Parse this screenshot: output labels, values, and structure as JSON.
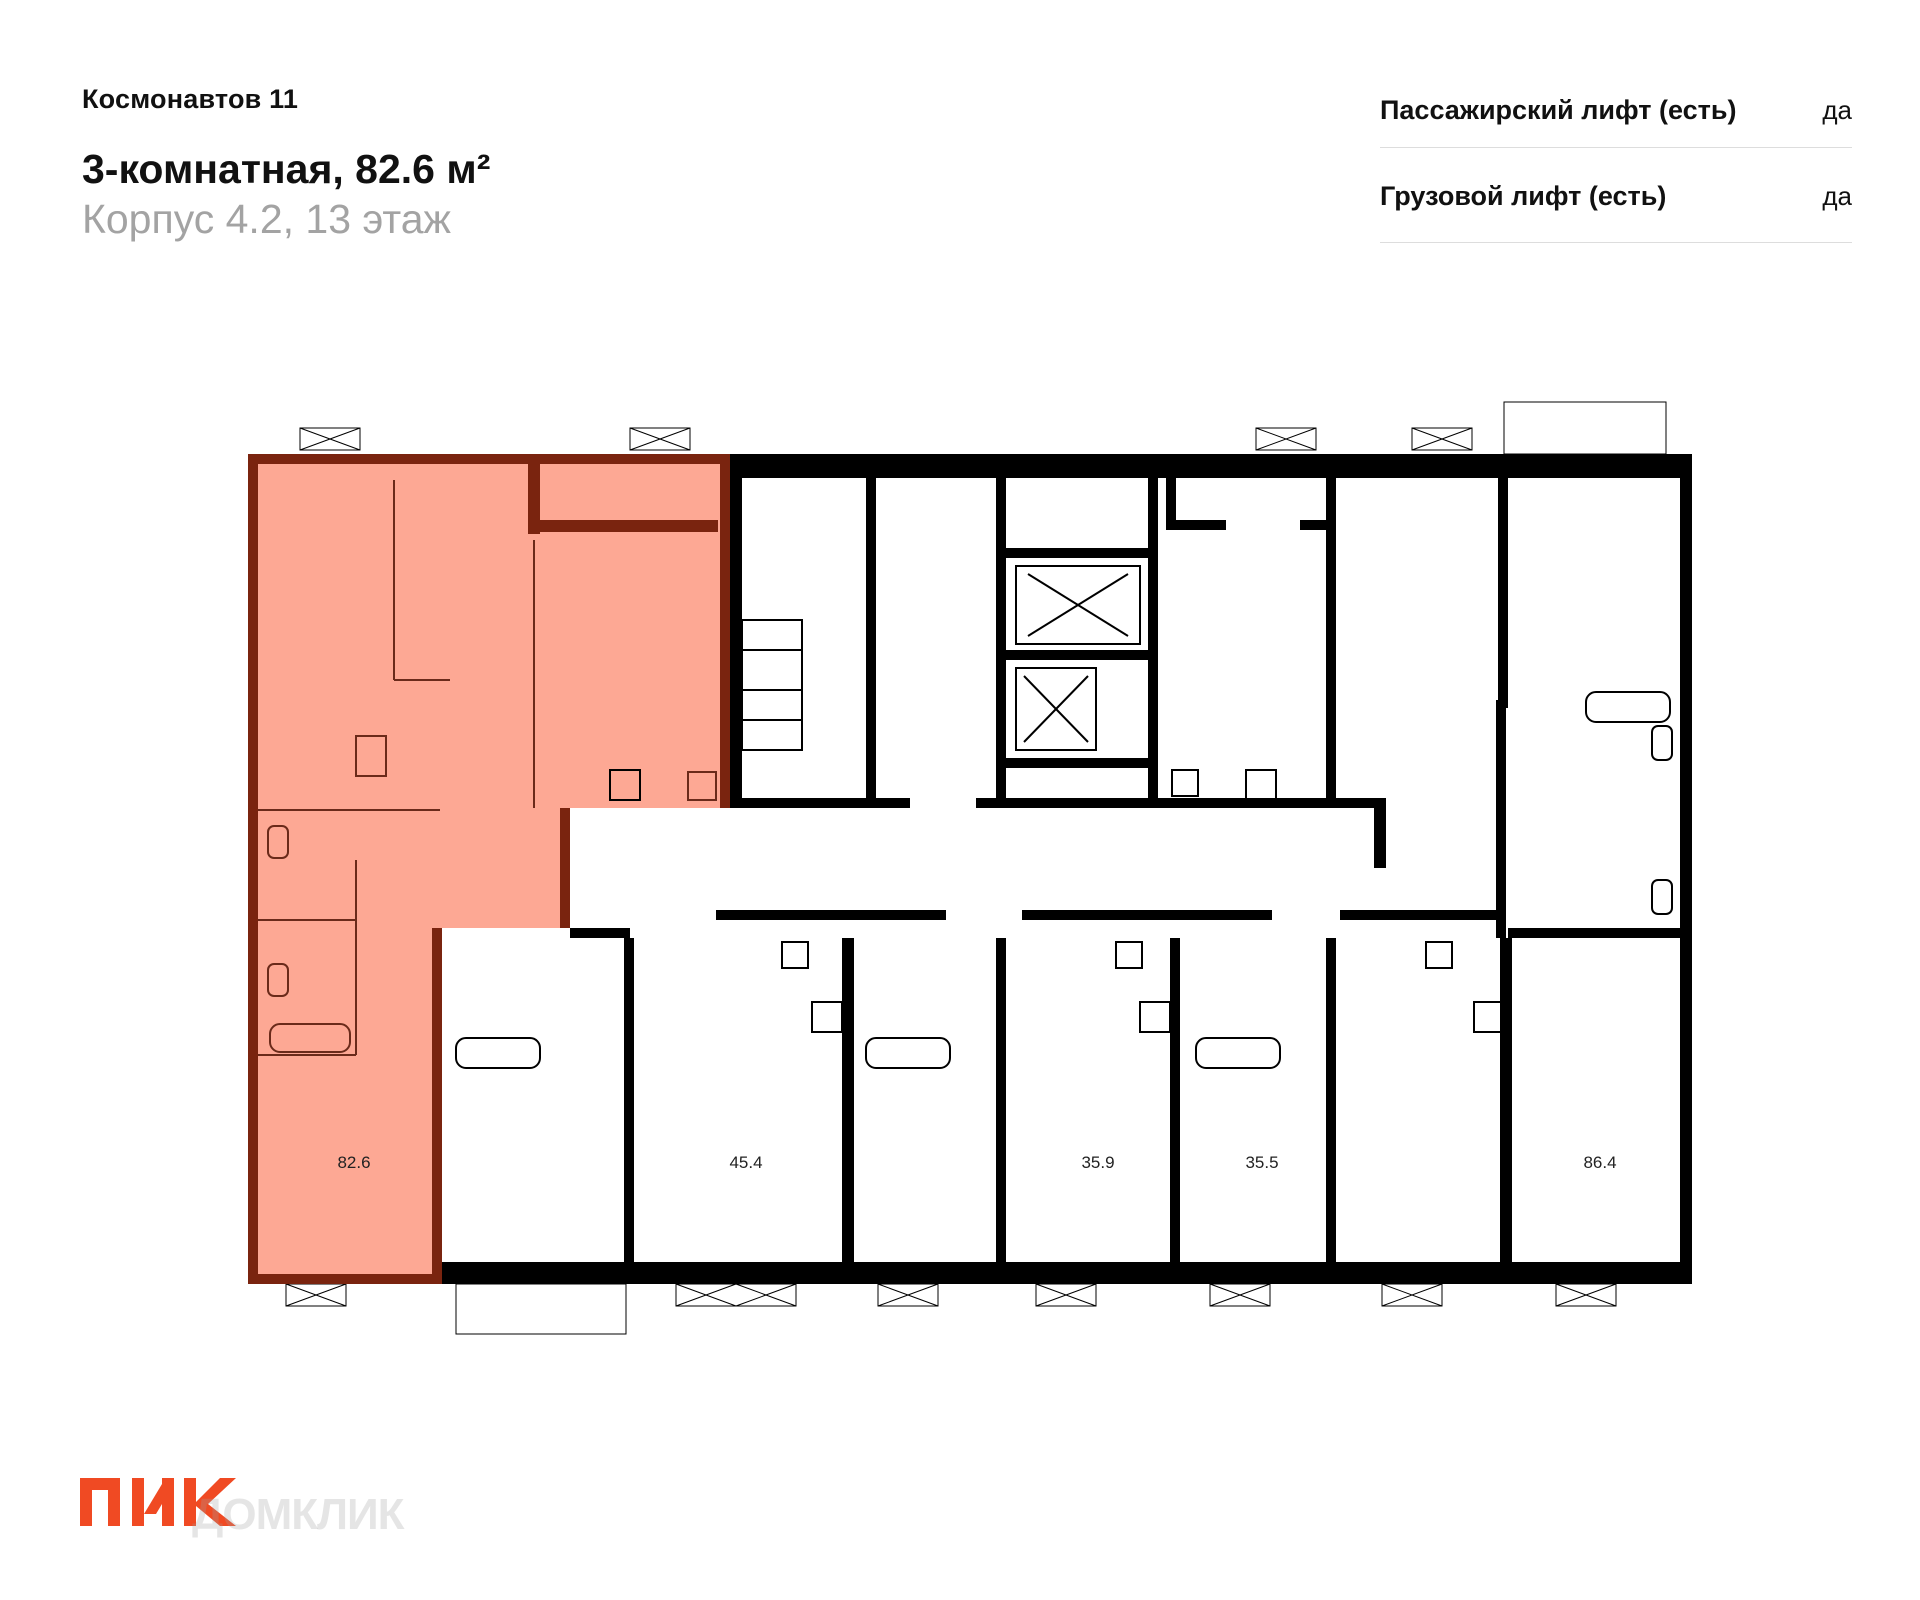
{
  "header": {
    "address": "Космонавтов 11",
    "unit_title": "3-комнатная, 82.6 м²",
    "unit_subtitle": "Корпус 4.2, 13 этаж"
  },
  "features": [
    {
      "label": "Пассажирский лифт (есть)",
      "value": "да"
    },
    {
      "label": "Грузовой лифт (есть)",
      "value": "да"
    }
  ],
  "floor_plan": {
    "apartment_areas": [
      "82.6",
      "45.4",
      "35.9",
      "35.5",
      "86.4"
    ],
    "highlighted_area": "82.6"
  },
  "colors": {
    "highlight_fill": "#fda894",
    "highlight_wall": "#7a240f",
    "wall": "#000000",
    "brand": "#f04a23"
  },
  "logo": {
    "brand_text": "ПИК",
    "watermark_text": "ДОМКЛИК"
  }
}
